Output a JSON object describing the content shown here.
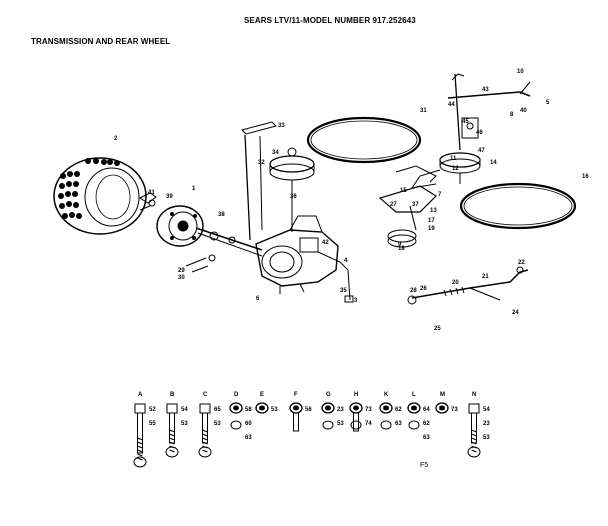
{
  "header": {
    "title": "SEARS LTV/11-MODEL NUMBER 917.252643",
    "subtitle": "TRANSMISSION AND REAR WHEEL"
  },
  "callouts": [
    "1",
    "2",
    "3",
    "4",
    "5",
    "6",
    "7",
    "8",
    "9",
    "10",
    "11",
    "12",
    "13",
    "14",
    "15",
    "16",
    "17",
    "18",
    "19",
    "20",
    "21",
    "22",
    "24",
    "25",
    "26",
    "27",
    "28",
    "29",
    "30",
    "31",
    "32",
    "33",
    "34",
    "35",
    "36",
    "37",
    "38",
    "39",
    "40",
    "41",
    "42",
    "43",
    "44",
    "45",
    "46",
    "47"
  ],
  "hardware": [
    {
      "letter": "A",
      "codes": [
        "52",
        "55"
      ]
    },
    {
      "letter": "B",
      "codes": [
        "54",
        "53"
      ]
    },
    {
      "letter": "C",
      "codes": [
        "65",
        "53"
      ]
    },
    {
      "letter": "D",
      "codes": [
        "58",
        "60",
        "63"
      ]
    },
    {
      "letter": "E",
      "codes": [
        "53"
      ]
    },
    {
      "letter": "F",
      "codes": [
        "56"
      ]
    },
    {
      "letter": "G",
      "codes": [
        "23",
        "53"
      ]
    },
    {
      "letter": "H",
      "codes": [
        "73",
        "74"
      ]
    },
    {
      "letter": "K",
      "codes": [
        "62",
        "63"
      ]
    },
    {
      "letter": "L",
      "codes": [
        "64",
        "62",
        "63"
      ]
    },
    {
      "letter": "M",
      "codes": [
        "73"
      ]
    },
    {
      "letter": "N",
      "codes": [
        "54",
        "23",
        "53"
      ]
    }
  ],
  "footer_code": "F5"
}
